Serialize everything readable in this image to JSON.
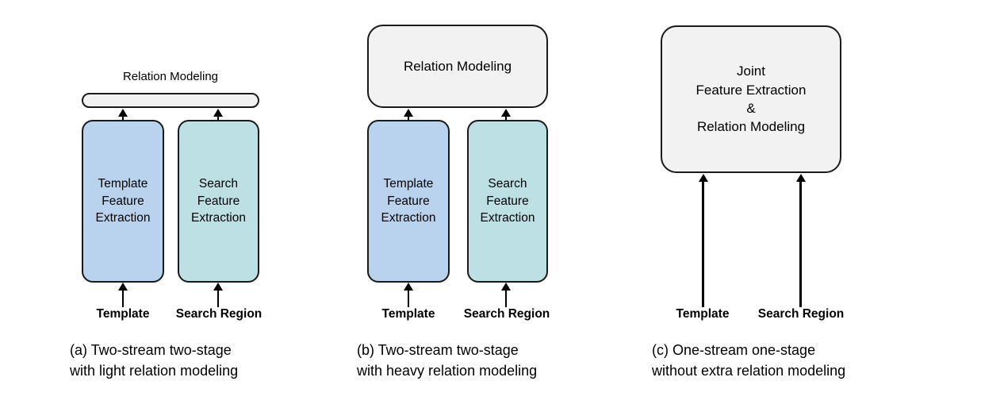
{
  "figure": {
    "background": "#ffffff",
    "colors": {
      "template_stream": "#b9d3ee",
      "search_stream": "#bde0e5",
      "relation_box": "#f2f2f2",
      "stroke": "#1a1a1a",
      "text": "#000000"
    }
  },
  "panels": [
    {
      "id": "a",
      "relation_label": "Relation Modeling",
      "relation_shape": "thin-pill",
      "template_box": "Template\nFeature\nExtraction",
      "search_box": "Search\nFeature\nExtraction",
      "input_template": "Template",
      "input_search": "Search Region",
      "caption": "(a) Two-stream two-stage\nwith light relation modeling"
    },
    {
      "id": "b",
      "relation_label": "Relation Modeling",
      "relation_shape": "large-rounded-box",
      "template_box": "Template\nFeature\nExtraction",
      "search_box": "Search\nFeature\nExtraction",
      "input_template": "Template",
      "input_search": "Search Region",
      "caption": "(b) Two-stream two-stage\nwith heavy relation modeling"
    },
    {
      "id": "c",
      "relation_label": "Joint\nFeature Extraction\n&\nRelation Modeling",
      "relation_shape": "large-rounded-box",
      "input_template": "Template",
      "input_search": "Search Region",
      "caption": "(c) One-stream one-stage\nwithout extra relation modeling"
    }
  ]
}
